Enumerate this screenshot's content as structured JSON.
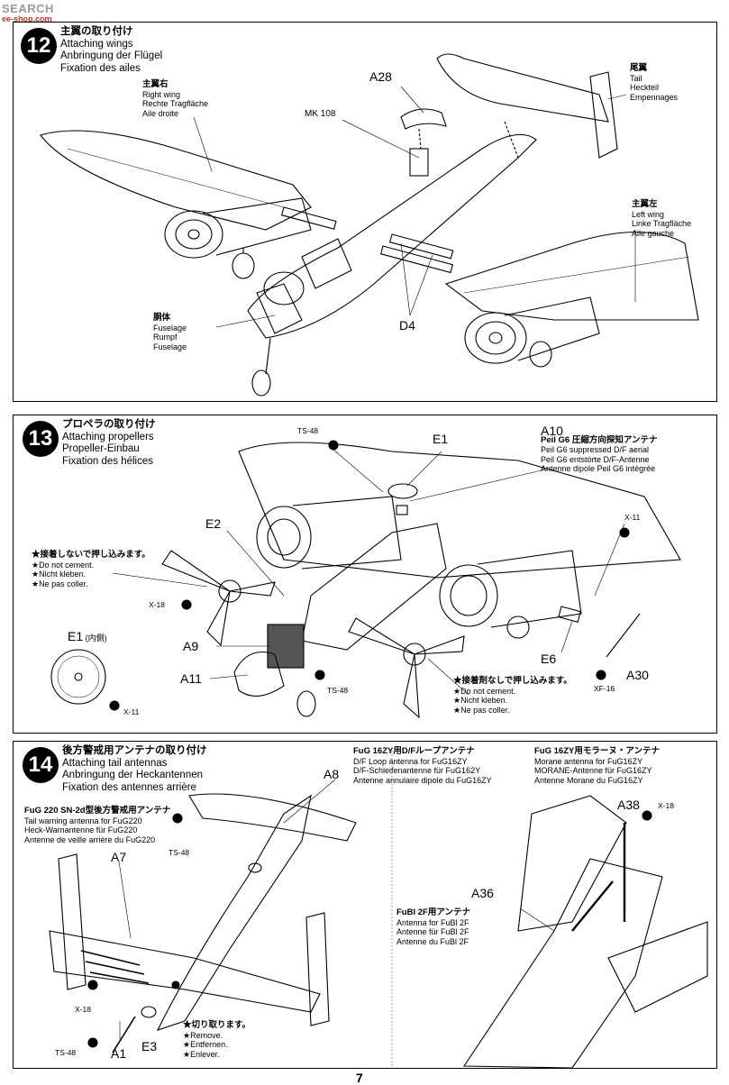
{
  "watermark": {
    "brand": "SEARCH",
    "site": "ee-shop.com"
  },
  "page_number": "7",
  "steps": [
    {
      "number": "12",
      "title_ja": "主翼の取り付け",
      "title_en": "Attaching wings",
      "title_de": "Anbringung der Flügel",
      "title_fr": "Fixation des ailes",
      "labels": {
        "right_wing": [
          "主翼右",
          "Right wing",
          "Rechte Tragfläche",
          "Aile droite"
        ],
        "tail": [
          "尾翼",
          "Tail",
          "Heckteil",
          "Empennages"
        ],
        "left_wing": [
          "主翼左",
          "Left wing",
          "Linke Tragfläche",
          "Aile gauche"
        ],
        "fuselage": [
          "胴体",
          "Fuselage",
          "Rumpf",
          "Fuselage"
        ]
      },
      "parts": {
        "a28": "A28",
        "mk108": "MK 108",
        "d4": "D4"
      }
    },
    {
      "number": "13",
      "title_ja": "プロペラの取り付け",
      "title_en": "Attaching propellers",
      "title_de": "Propeller-Einbau",
      "title_fr": "Fixation des hélices",
      "antenna_note": [
        "Peil G6 圧縮方向探知アンテナ",
        "Peil G6 suppressed D/F aerial",
        "Peil G6 entstörte D/F-Antenne",
        "Antenne dipole Peil G6 intégrée"
      ],
      "no_cement_1": [
        "★接着しないで押し込みます。",
        "★Do not cement.",
        "★Nicht kleben.",
        "★Ne pas coller."
      ],
      "no_cement_2": [
        "★接着剤なしで押し込みます。",
        "★Do not cement.",
        "★Nicht kleben.",
        "★Ne pas coller."
      ],
      "parts": {
        "ts48": "TS-48",
        "e1": "E1",
        "a10": "A10",
        "e2": "E2",
        "x11": "X-11",
        "x18": "X-18",
        "e1_inner": "E1",
        "e1_inner_note": "(内側)",
        "x11_b": "X-11",
        "a9": "A9",
        "a11": "A11",
        "ts48_b": "TS-48",
        "e6": "E6",
        "a30": "A30",
        "xf16": "XF-16"
      }
    },
    {
      "number": "14",
      "title_ja": "後方警戒用アンテナの取り付け",
      "title_en": "Attaching tail antennas",
      "title_de": "Anbringung der Heckantennen",
      "title_fr": "Fixation des antennes arrière",
      "fug220": [
        "FuG 220 SN-2d型後方警戒用アンテナ",
        "Tail warning antenna for FuG220",
        "Heck-Warnantenne für FuG220",
        "Antenne de veille arrière du FuG220"
      ],
      "fug16_loop": [
        "FuG 16ZY用D/Fループアンテナ",
        "D/F Loop antenna for FuG16ZY",
        "D/F-Schleifenantenne für FuG162Y",
        "Antenne annulaire dipole du FuG16ZY"
      ],
      "fug16_morane": [
        "FuG 16ZY用モラーヌ・アンテナ",
        "Morane antenna for FuG16ZY",
        "MORANE-Antenne für FuG16ZY",
        "Antenne Morane du FuG16ZY"
      ],
      "fubl": [
        "FuBl 2F用アンテナ",
        "Antenna for FuBl 2F",
        "Antenne für FuBl 2F",
        "Antenne du FuBl 2F"
      ],
      "cut": [
        "★切り取ります。",
        "★Remove.",
        "★Entfernen.",
        "★Enlever."
      ],
      "parts": {
        "a8": "A8",
        "a7": "A7",
        "ts48": "TS-48",
        "x18": "X-18",
        "e3": "E3",
        "a1": "A1",
        "ts48_b": "TS-48",
        "a38": "A38",
        "x18_b": "X-18",
        "a36": "A36"
      }
    }
  ]
}
